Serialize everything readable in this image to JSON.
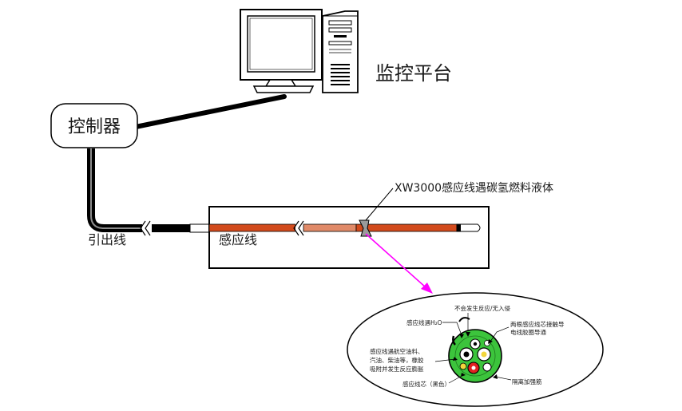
{
  "platform": {
    "label": "监控平台",
    "icon": "computer-icon"
  },
  "controller": {
    "label": "控制器"
  },
  "lead_wire": {
    "label": "引出线"
  },
  "sensor_line": {
    "label": "感应线"
  },
  "callout": {
    "label": "XW3000感应线遇碳氢燃料液体"
  },
  "detail": {
    "top_label": "不会发生反应/无入侵",
    "left_top_label": "感应线遇H₂O",
    "right_label_1": "两根感应线芯接触导",
    "right_label_2": "电线胶圈导通",
    "left_mid_1": "感应线遇航空油料、",
    "left_mid_2": "汽油、柴油等，橡胶",
    "left_mid_3": "吸附并发生反应膨胀",
    "bottom_left_label": "感应线芯（黑色）",
    "bottom_right_label": "隔离加强筋"
  },
  "colors": {
    "sensor_orange": "#d24a1c",
    "sensor_light": "#e08a68",
    "arrow_magenta": "#ff00ff",
    "cable_green": "#3cc43c",
    "core_red": "#e02020"
  }
}
